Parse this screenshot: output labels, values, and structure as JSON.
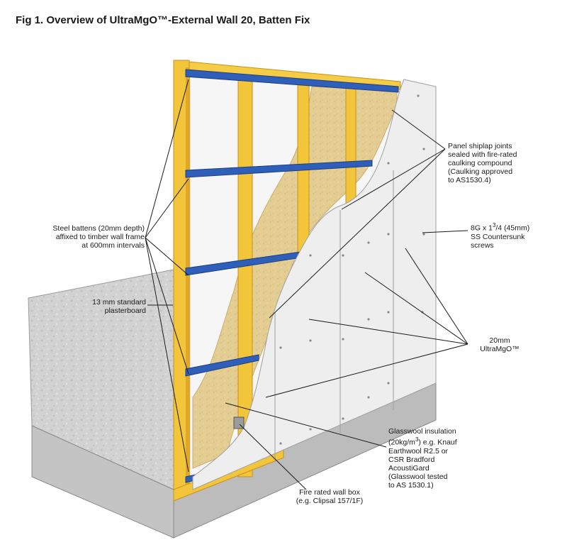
{
  "figure": {
    "title": "Fig 1. Overview of UltraMgO™-External Wall 20, Batten Fix"
  },
  "callouts": {
    "panel_shiplap": [
      "Panel shiplap joints",
      "sealed with fire-rated",
      "caulking compound",
      "(Caulking approved",
      "to AS1530.4)"
    ],
    "screws": {
      "line1_prefix": "8G x 1",
      "line1_sup": "3",
      "line1_suffix": "/4 (45mm)",
      "line2": "SS Countersunk",
      "line3": "screws"
    },
    "steel_battens": [
      "Steel battens (20mm depth)",
      "affixed to timber wall frame",
      "at 600mm intervals"
    ],
    "plasterboard": [
      "13 mm standard",
      "plasterboard"
    ],
    "ultramgo": [
      "20mm",
      "UltraMgO™"
    ],
    "glasswool": {
      "line1": "Glasswool insulation",
      "line2_prefix": "(20kg/m",
      "line2_sup": "3",
      "line2_suffix": ") e.g. Knauf",
      "rest": [
        "Earthwool R2.5 or",
        "CSR Bradford",
        "AcoustiGard",
        "(Glasswool tested",
        "to AS 1530.1)"
      ]
    },
    "wall_box": [
      "Fire rated wall box",
      "(e.g. Clipsal 157/1F)"
    ]
  },
  "colors": {
    "timber": "#f3c53a",
    "timber_edge": "#d69a1c",
    "batten": "#2f5fb8",
    "batten_light": "#6f9be0",
    "insulation": "#e6cf95",
    "panel": "#eeeeee",
    "concrete": "#d6d6d6",
    "plasterboard": "#f4f4f4"
  }
}
